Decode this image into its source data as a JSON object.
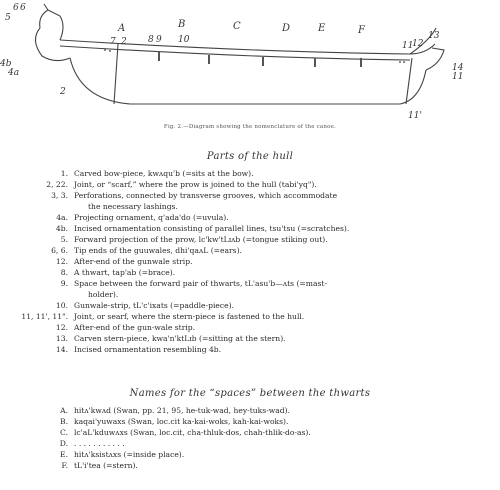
{
  "figure": {
    "labels": {
      "l5": "5",
      "l6": "6",
      "l6b": "6",
      "l4a": "4a",
      "l4b": "4b",
      "l2": "2",
      "lA": "A",
      "lB": "B",
      "lC": "C",
      "lD": "D",
      "lE": "E",
      "lF": "F",
      "l7": "7",
      "l2b": "2",
      "l8": "8",
      "l9": "9",
      "l10": "10",
      "l11": "11",
      "l12": "12",
      "l13": "13",
      "l14": "14",
      "l11b": "11",
      "l11c": "11'"
    },
    "caption": "Fig. 2.—Diagram showing the nomenclature of the canoe."
  },
  "parts": {
    "heading": "Parts of the hull",
    "items": [
      {
        "num": "1.",
        "text": "Carved bow-piece, kwʌqu'b (=sits at the bow)."
      },
      {
        "num": "2, 22.",
        "text": "Joint, or “scarf,” where the prow is joined to the hull (tabi'yq\")."
      },
      {
        "num": "3, 3.",
        "text": "Perforations, connected by transverse grooves, which accommodate",
        "cont": "the necessary lashings."
      },
      {
        "num": "4a.",
        "text": "Projecting ornament, q'ada'do (=uvula)."
      },
      {
        "num": "4b.",
        "text": "Incised ornamentation consisting of parallel lines, tsu'tsu (=scratches)."
      },
      {
        "num": "5.",
        "text": "Forward projection of the prow, lc'kw'tLɪʌb (=tongue stiking out)."
      },
      {
        "num": "6, 6.",
        "text": "Tip ends of the guuwales, dhi'qaʌL (=ears)."
      },
      {
        "num": "12.",
        "text": "After-end of the gunwale strip."
      },
      {
        "num": "8.",
        "text": "A thwart, tap'ab (=brace)."
      },
      {
        "num": "9.",
        "text": "Space between the forward pair of thwarts, tL'asu'b—ʌts (=mast-",
        "cont": "holder)."
      },
      {
        "num": "10.",
        "text": "Gunwale-strip, tL'c'ixats (=paddle-piece)."
      },
      {
        "num": "11, 11', 11\".",
        "text": "Joint, or searf, where the stern-piece is fastened to the hull."
      },
      {
        "num": "12.",
        "text": "After-end of the gun-wale strip."
      },
      {
        "num": "13.",
        "text": "Carven stern-piece, kwa'n'ktLɪb (=sitting at the stern)."
      },
      {
        "num": "14.",
        "text": "Incised ornamentation resembling 4b."
      }
    ]
  },
  "spaces": {
    "heading": "Names for the “spaces” between the thwarts",
    "items": [
      {
        "num": "A.",
        "text": "hitʌ'kwʌd (Swan, pp. 21, 95, he-tuk-wad, hey-tuks-wad)."
      },
      {
        "num": "B.",
        "text": "kaqai'yuwaxs (Swan, loc.cit ka-kai-woks, kah-kai-woks)."
      },
      {
        "num": "C.",
        "text": "lc'aL'kduwʌxs (Swan, loc.cit, cha-thluk-dos, chah-thlik-do-as)."
      },
      {
        "num": "D.",
        "text": ". . . . . . . . . . ."
      },
      {
        "num": "E.",
        "text": "hitʌ'ksistʌxs (=inside place)."
      },
      {
        "num": "F.",
        "text": "tL'i'tea (=stern)."
      }
    ]
  }
}
